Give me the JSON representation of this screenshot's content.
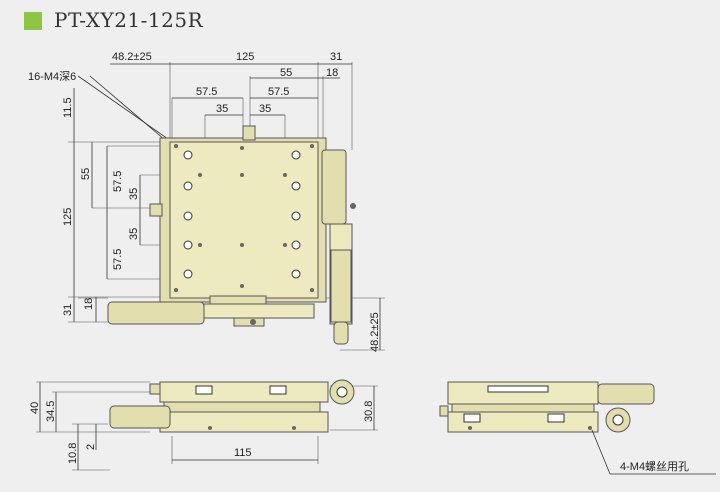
{
  "title": "PT-XY21-125R",
  "colors": {
    "accent": "#8dc63f",
    "stage": "#eeeac0",
    "background": "#efefef"
  },
  "top_view": {
    "callout": "16-M4深6",
    "dims": {
      "d_48_2_top": "48.2±25",
      "d_125_top": "125",
      "d_31_top": "31",
      "d_55_top": "55",
      "d_18_top": "18",
      "d_57_5_left": "57.5",
      "d_57_5_right": "57.5",
      "d_35_left": "35",
      "d_35_right": "35",
      "d_11_5": "11.5",
      "d_125_left": "125",
      "d_55_left": "55",
      "d_57_5_v1": "57.5",
      "d_35_v1": "35",
      "d_35_v2": "35",
      "d_57_5_v2": "57.5",
      "d_18_bottom": "18",
      "d_31_bottom": "31",
      "d_48_2_right": "48.2±25"
    }
  },
  "side_view": {
    "dims": {
      "d_40": "40",
      "d_34_5": "34.5",
      "d_10_8": "10.8",
      "d_2": "2",
      "d_115": "115",
      "d_30_8": "30.8"
    }
  },
  "front_view": {
    "callout": "4-M4螺丝用孔"
  }
}
